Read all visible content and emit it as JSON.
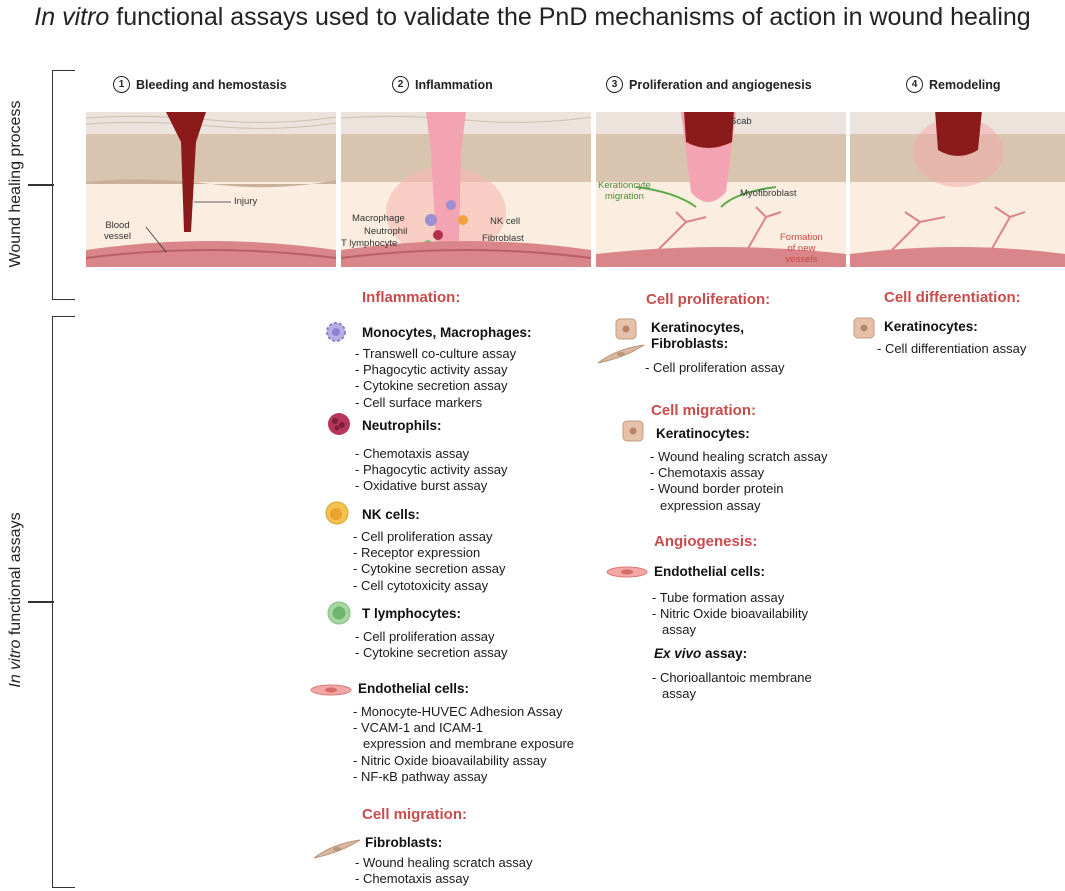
{
  "title": {
    "italic": "In vitro",
    "rest": " functional assays used to validate the PnD mechanisms of action in wound healing"
  },
  "side": {
    "top_label": "Wound healing process",
    "bottom_italic": "In vitro",
    "bottom_rest": " functional assays"
  },
  "stages": [
    {
      "num": "1",
      "label": "Bleeding and hemostasis"
    },
    {
      "num": "2",
      "label": "Inflammation"
    },
    {
      "num": "3",
      "label": "Proliferation and angiogenesis"
    },
    {
      "num": "4",
      "label": "Remodeling"
    }
  ],
  "panel1": {
    "injury": "Injury",
    "vessel_line1": "Blood",
    "vessel_line2": "vessel"
  },
  "panel2": {
    "macrophage": "Macrophage",
    "neutrophil": "Neutrophil",
    "t_lymphocyte": "T lymphocyte",
    "nk_cell": "NK cell",
    "fibroblast": "Fibroblast"
  },
  "panel3": {
    "scab": "Scab",
    "myofibroblast": "Myofibroblast",
    "kera_line1": "Kerationcyte",
    "kera_line2": "migration",
    "vessels_line1": "Formation",
    "vessels_line2": "of new",
    "vessels_line3": "vessels"
  },
  "col2": {
    "inflammation": "Inflammation:",
    "mono_head": "Monocytes, Macrophages:",
    "mono_items": [
      "- Transwell co-culture assay",
      "- Phagocytic activity assay",
      "- Cytokine secretion assay",
      "- Cell surface markers"
    ],
    "neut_head": "Neutrophils:",
    "neut_items": [
      "- Chemotaxis assay",
      "- Phagocytic activity assay",
      "- Oxidative burst assay"
    ],
    "nk_head": "NK cells:",
    "nk_items": [
      "- Cell proliferation assay",
      "- Receptor expression",
      "- Cytokine secretion assay",
      "- Cell cytotoxicity assay"
    ],
    "t_head": "T lymphocytes:",
    "t_items": [
      "- Cell proliferation assay",
      "- Cytokine secretion assay"
    ],
    "endo_head": "Endothelial cells:",
    "endo_items": [
      "- Monocyte-HUVEC Adhesion Assay",
      "- VCAM-1 and ICAM-1",
      "expression and membrane exposure",
      "- Nitric Oxide bioavailability assay",
      "- NF-κB pathway assay"
    ],
    "migration": "Cell migration:",
    "fib_head": "Fibroblasts:",
    "fib_items": [
      "- Wound healing scratch assay",
      "- Chemotaxis assay"
    ]
  },
  "col3": {
    "proliferation": "Cell proliferation:",
    "kf_head1": "Keratinocytes,",
    "kf_head2": "Fibroblasts:",
    "kf_items": [
      "- Cell proliferation assay"
    ],
    "migration": "Cell migration:",
    "kera_head": "Keratinocytes:",
    "kera_items": [
      "- Wound healing scratch assay",
      "- Chemotaxis assay",
      "- Wound border protein",
      "expression assay"
    ],
    "angio": "Angiogenesis:",
    "endo_head": "Endothelial cells:",
    "endo_items": [
      "- Tube formation assay",
      "- Nitric Oxide bioavailability",
      "assay"
    ],
    "exvivo_italic": "Ex vivo",
    "exvivo_rest": " assay:",
    "exvivo_items": [
      "- Chorioallantoic membrane",
      "assay"
    ]
  },
  "col4": {
    "differentiation": "Cell differentiation:",
    "kera_head": "Keratinocytes:",
    "kera_items": [
      "- Cell differentiation assay"
    ]
  },
  "colors": {
    "section_red": "#c94c4c",
    "skin_top": "#d9c8b8",
    "dermis": "#fbeee0",
    "blood": "#8b1a1a",
    "vessel": "#d9858a"
  }
}
